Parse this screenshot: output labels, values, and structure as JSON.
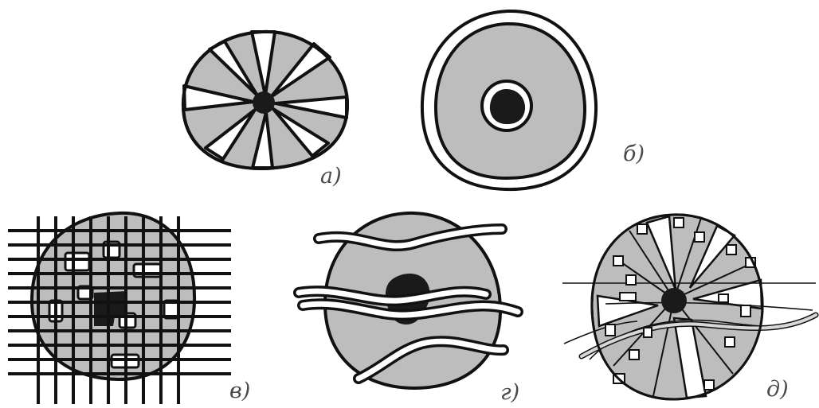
{
  "figure": {
    "colors": {
      "fill": "#bdbdbd",
      "outline": "#111111",
      "light": "#ffffff",
      "core": "#1a1a1a"
    },
    "panels": [
      {
        "id": "a",
        "label": "а)"
      },
      {
        "id": "b",
        "label": "б)"
      },
      {
        "id": "v",
        "label": "в)"
      },
      {
        "id": "g",
        "label": "г)"
      },
      {
        "id": "d",
        "label": "д)"
      }
    ]
  }
}
